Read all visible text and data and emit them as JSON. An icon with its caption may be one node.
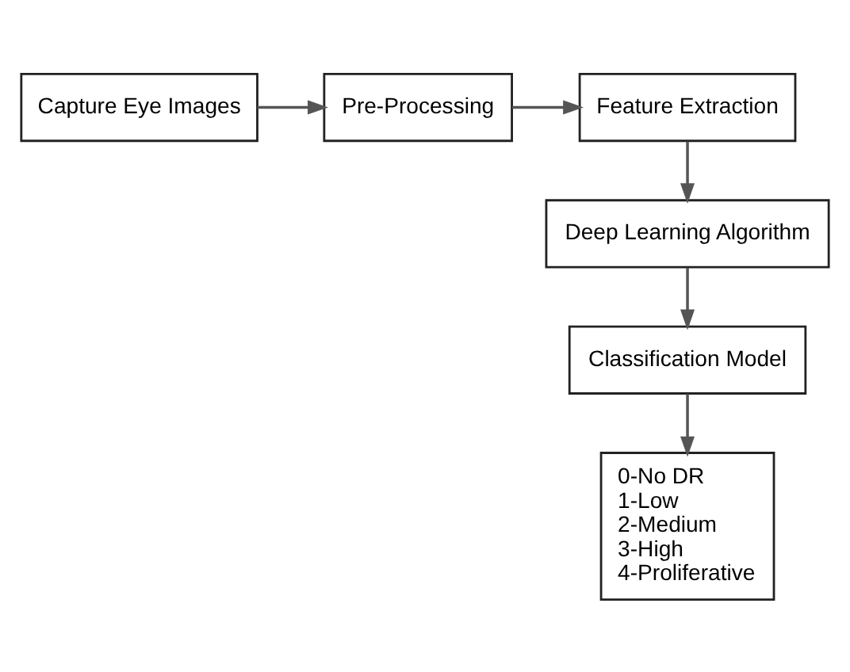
{
  "diagram": {
    "nodes": [
      {
        "text": [
          "Capture Eye Images"
        ]
      },
      {
        "text": [
          "Pre-Processing"
        ]
      },
      {
        "text": [
          "Feature Extraction"
        ]
      },
      {
        "text": [
          "Deep Learning Algorithm"
        ]
      },
      {
        "text": [
          "Classification Model"
        ]
      },
      {
        "text": [
          "0-No DR",
          "1-Low",
          "2-Medium",
          "3-High",
          "4-Proliferative"
        ]
      }
    ],
    "edges": [
      {
        "from": 0,
        "to": 1,
        "arrow": "to"
      },
      {
        "from": 1,
        "to": 2,
        "arrow": "to"
      },
      {
        "from": 2,
        "to": 3,
        "arrow": "to"
      },
      {
        "from": 3,
        "to": 4,
        "arrow": "to"
      },
      {
        "from": 4,
        "to": 5,
        "arrow": "to"
      }
    ]
  }
}
